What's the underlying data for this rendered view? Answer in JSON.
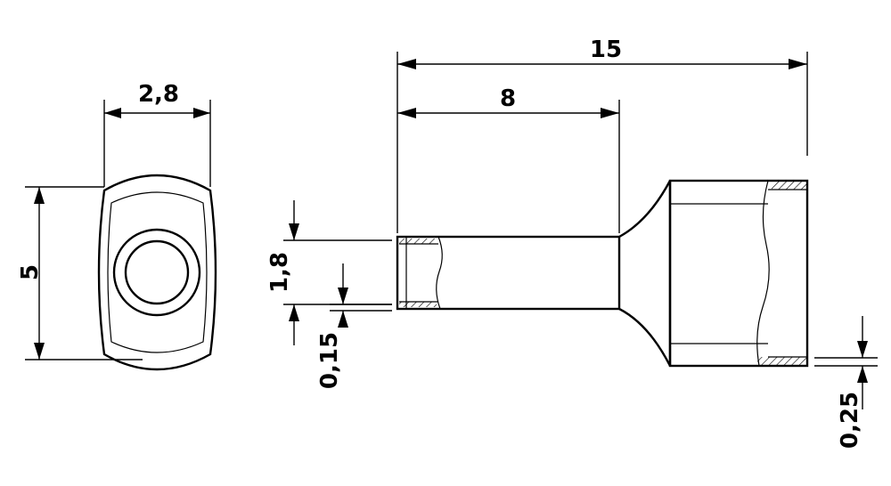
{
  "drawing": {
    "dimensions": {
      "front_width": "2,8",
      "front_height": "5",
      "overall_length": "15",
      "sleeve_length": "8",
      "sleeve_diameter": "1,8",
      "sleeve_wall": "0,15",
      "collar_wall": "0,25"
    },
    "colors": {
      "line": "#000000",
      "background": "#ffffff"
    }
  }
}
